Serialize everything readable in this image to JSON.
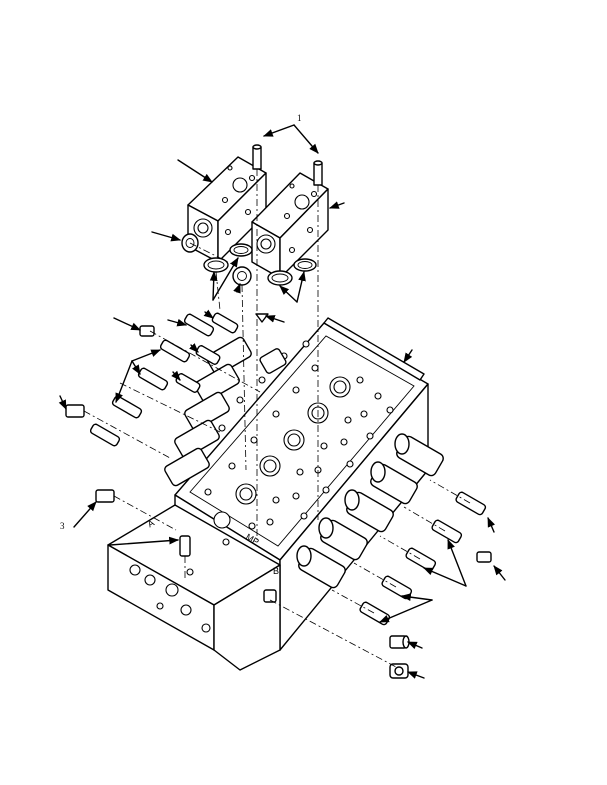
{
  "diagram": {
    "port_labels": {
      "a": "A",
      "b": "B",
      "mp": "MP"
    },
    "callouts": {
      "left_fitting": "3",
      "top_pins": "1"
    }
  }
}
